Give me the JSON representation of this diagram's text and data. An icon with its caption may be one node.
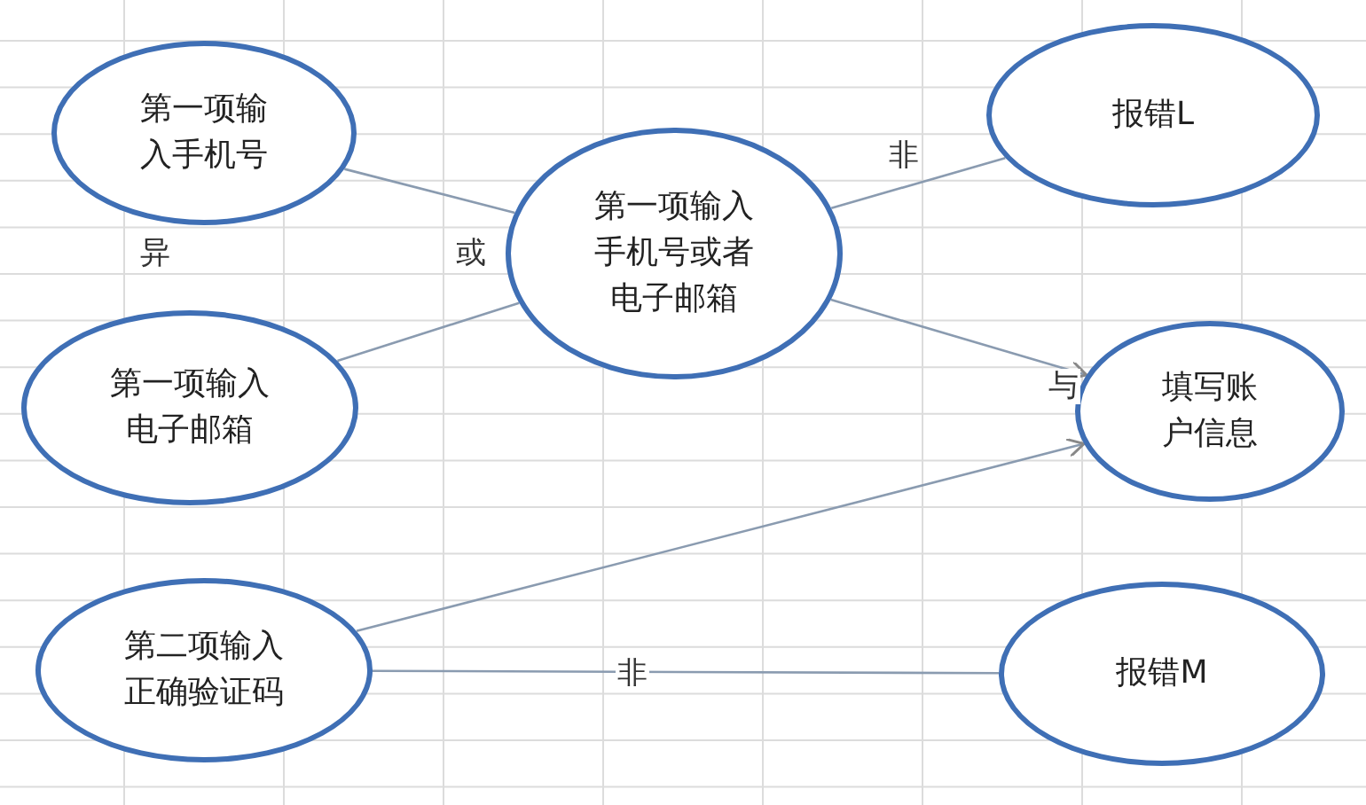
{
  "diagram": {
    "nodes": [
      {
        "text": [
          "第一项输入手机号"
        ]
      },
      {
        "text": [
          "第一项输入电子邮箱"
        ]
      },
      {
        "text": [
          "第一项输入手机号或者电子邮箱"
        ]
      },
      {
        "text": [
          "报错L"
        ]
      },
      {
        "text": [
          "填写账户信息"
        ]
      },
      {
        "text": [
          "第二项输入正确验证码"
        ]
      },
      {
        "text": [
          "报错M"
        ]
      }
    ],
    "edges": [
      {
        "from": 0,
        "to": 2,
        "arrow": "none"
      },
      {
        "from": 1,
        "to": 2,
        "arrow": "none"
      },
      {
        "from": 2,
        "to": 3,
        "arrow": "none",
        "label": "非"
      },
      {
        "from": 2,
        "to": 4,
        "arrow": "to"
      },
      {
        "from": 5,
        "to": 4,
        "arrow": "to"
      },
      {
        "from": 5,
        "to": 6,
        "arrow": "none",
        "label": "非"
      }
    ],
    "labels": [
      "异",
      "或",
      "与"
    ]
  }
}
